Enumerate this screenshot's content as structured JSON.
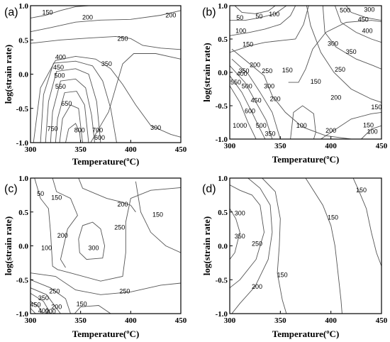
{
  "chart_data": [
    {
      "type": "contour",
      "panel_label": "(a)",
      "xlabel": "Temperature(ºC)",
      "ylabel": "log(strain rate)",
      "xlim": [
        300,
        450
      ],
      "ylim": [
        -1.0,
        1.0
      ],
      "xticks": [
        "300",
        "350",
        "400",
        "450"
      ],
      "yticks": [
        "1.0",
        "0.5",
        "0.0",
        "-0.5",
        "-1.0"
      ],
      "contour_labels": [
        {
          "text": "150",
          "x": 317,
          "y": 0.9
        },
        {
          "text": "200",
          "x": 357,
          "y": 0.83
        },
        {
          "text": "200",
          "x": 440,
          "y": 0.86
        },
        {
          "text": "250",
          "x": 392,
          "y": 0.52
        },
        {
          "text": "400",
          "x": 330,
          "y": 0.25
        },
        {
          "text": "350",
          "x": 376,
          "y": 0.15
        },
        {
          "text": "450",
          "x": 328,
          "y": 0.1
        },
        {
          "text": "500",
          "x": 329,
          "y": -0.02
        },
        {
          "text": "550",
          "x": 330,
          "y": -0.18
        },
        {
          "text": "650",
          "x": 336,
          "y": -0.43
        },
        {
          "text": "750",
          "x": 322,
          "y": -0.8
        },
        {
          "text": "800",
          "x": 349,
          "y": -0.82
        },
        {
          "text": "700",
          "x": 367,
          "y": -0.82
        },
        {
          "text": "600",
          "x": 369,
          "y": -0.93
        },
        {
          "text": "300",
          "x": 425,
          "y": -0.78
        }
      ]
    },
    {
      "type": "contour",
      "panel_label": "(b)",
      "xlabel": "Temperature(ºC)",
      "ylabel": "log(strain rate)",
      "xlim": [
        300,
        450
      ],
      "ylim": [
        -1.0,
        1.0
      ],
      "xticks": [
        "300",
        "350",
        "400",
        "450"
      ],
      "yticks": [
        "1.0",
        "0.5",
        "0.0",
        "-0.5",
        "-1.0"
      ],
      "contour_labels": [
        {
          "text": "50",
          "x": 310,
          "y": 0.82
        },
        {
          "text": "50",
          "x": 329,
          "y": 0.84
        },
        {
          "text": "100",
          "x": 344,
          "y": 0.87
        },
        {
          "text": "100",
          "x": 311,
          "y": 0.62
        },
        {
          "text": "150",
          "x": 318,
          "y": 0.42
        },
        {
          "text": "500",
          "x": 414,
          "y": 0.93
        },
        {
          "text": "450",
          "x": 432,
          "y": 0.79
        },
        {
          "text": "300",
          "x": 438,
          "y": 0.94
        },
        {
          "text": "400",
          "x": 436,
          "y": 0.62
        },
        {
          "text": "300",
          "x": 402,
          "y": 0.43
        },
        {
          "text": "350",
          "x": 420,
          "y": 0.31
        },
        {
          "text": "250",
          "x": 409,
          "y": 0.04
        },
        {
          "text": "200",
          "x": 325,
          "y": 0.11
        },
        {
          "text": "350",
          "x": 314,
          "y": 0.02
        },
        {
          "text": "250",
          "x": 337,
          "y": 0.02
        },
        {
          "text": "400",
          "x": 312,
          "y": -0.02
        },
        {
          "text": "150",
          "x": 357,
          "y": 0.03
        },
        {
          "text": "550",
          "x": 306,
          "y": -0.15
        },
        {
          "text": "300",
          "x": 339,
          "y": -0.21
        },
        {
          "text": "150",
          "x": 385,
          "y": -0.14
        },
        {
          "text": "500",
          "x": 317,
          "y": -0.21
        },
        {
          "text": "450",
          "x": 326,
          "y": -0.42
        },
        {
          "text": "200",
          "x": 345,
          "y": -0.4
        },
        {
          "text": "200",
          "x": 405,
          "y": -0.38
        },
        {
          "text": "600",
          "x": 320,
          "y": -0.58
        },
        {
          "text": "150",
          "x": 445,
          "y": -0.52
        },
        {
          "text": "1000",
          "x": 310,
          "y": -0.8
        },
        {
          "text": "500",
          "x": 331,
          "y": -0.8
        },
        {
          "text": "100",
          "x": 371,
          "y": -0.8
        },
        {
          "text": "150",
          "x": 437,
          "y": -0.79
        },
        {
          "text": "350",
          "x": 340,
          "y": -0.92
        },
        {
          "text": "200",
          "x": 400,
          "y": -0.87
        },
        {
          "text": "100",
          "x": 441,
          "y": -0.89
        }
      ]
    },
    {
      "type": "contour",
      "panel_label": "(c)",
      "xlabel": "Temperature(ºC)",
      "ylabel": "log(strain rate)",
      "xlim": [
        300,
        450
      ],
      "ylim": [
        -1.0,
        1.0
      ],
      "xticks": [
        "300",
        "350",
        "400",
        "450"
      ],
      "yticks": [
        "1.0",
        "0.5",
        "0.0",
        "-0.5",
        "-1.0"
      ],
      "contour_labels": [
        {
          "text": "50",
          "x": 310,
          "y": 0.77
        },
        {
          "text": "150",
          "x": 326,
          "y": 0.71
        },
        {
          "text": "200",
          "x": 392,
          "y": 0.61
        },
        {
          "text": "150",
          "x": 427,
          "y": 0.46
        },
        {
          "text": "200",
          "x": 332,
          "y": 0.15
        },
        {
          "text": "250",
          "x": 389,
          "y": 0.27
        },
        {
          "text": "100",
          "x": 316,
          "y": -0.03
        },
        {
          "text": "300",
          "x": 363,
          "y": -0.03
        },
        {
          "text": "250",
          "x": 324,
          "y": -0.67
        },
        {
          "text": "250",
          "x": 394,
          "y": -0.67
        },
        {
          "text": "350",
          "x": 313,
          "y": -0.77
        },
        {
          "text": "450",
          "x": 305,
          "y": -0.87
        },
        {
          "text": "200",
          "x": 326,
          "y": -0.9
        },
        {
          "text": "150",
          "x": 351,
          "y": -0.86
        },
        {
          "text": "400",
          "x": 313,
          "y": -0.96
        },
        {
          "text": "300",
          "x": 320,
          "y": -0.97
        }
      ]
    },
    {
      "type": "contour",
      "panel_label": "(d)",
      "xlabel": "Temperature(ºC)",
      "ylabel": "log(strain rate)",
      "xlim": [
        300,
        450
      ],
      "ylim": [
        -1.0,
        1.0
      ],
      "xticks": [
        "300",
        "350",
        "400",
        "450"
      ],
      "yticks": [
        "1.0",
        "0.5",
        "0.0",
        "-0.5",
        "-1.0"
      ],
      "contour_labels": [
        {
          "text": "150",
          "x": 430,
          "y": 0.82
        },
        {
          "text": "300",
          "x": 310,
          "y": 0.48
        },
        {
          "text": "150",
          "x": 402,
          "y": 0.42
        },
        {
          "text": "350",
          "x": 310,
          "y": 0.14
        },
        {
          "text": "250",
          "x": 327,
          "y": 0.03
        },
        {
          "text": "150",
          "x": 352,
          "y": -0.43
        },
        {
          "text": "200",
          "x": 327,
          "y": -0.6
        }
      ]
    }
  ]
}
